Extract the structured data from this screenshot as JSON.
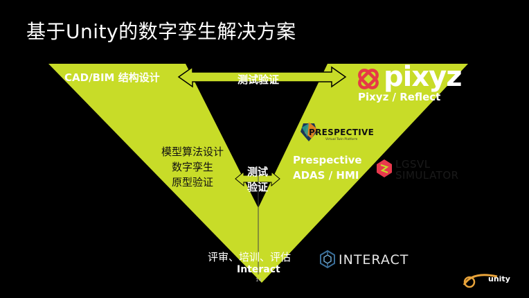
{
  "title": "基于Unity的数字孪生解决方案",
  "labels": {
    "cad_bim": "CAD/BIM 结构设计",
    "test_verify_top": "测试验证",
    "pixyz_reflect": "Pixyz / Reflect",
    "model_design": "模型算法设计",
    "digital_twin": "数字孪生",
    "prototype_verify": "原型验证",
    "test_verify_mid_1": "测试",
    "test_verify_mid_2": "验证",
    "prespective_adas_1": "Prespective",
    "prespective_adas_2": "ADAS / HMI",
    "review_training": "评审、培训、评估",
    "interact": "Interact",
    "page_number": "14"
  },
  "logos": {
    "pixyz": "pixyz",
    "prespective": "PRESPECTIVE",
    "prespective_tagline": "Virtual Twin Platform",
    "lgsvl_line1": "LGSVL",
    "lgsvl_line2": "SIMULATOR",
    "interact": "INTERACT",
    "unity": "unity"
  },
  "colors": {
    "background": "#000000",
    "v_shape": "#c8dc28",
    "arrow": "#c8dc28",
    "pixyz_red": "#e63946",
    "lgsvl_red": "#e8394d",
    "prespective_orange": "#f28a1e",
    "interact_blue": "#3a6f9a"
  }
}
